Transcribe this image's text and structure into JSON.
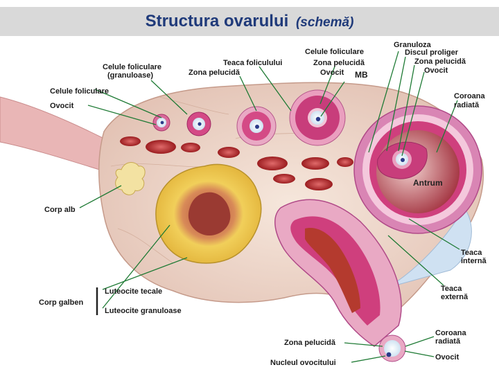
{
  "title": {
    "main": "Structura ovarului",
    "sub": "(schemă)"
  },
  "labels": {
    "celule_foliculare_granuloase_1": "Celule foliculare",
    "celule_foliculare_granuloase_2": "(granuloase)",
    "teaca_foliculului": "Teaca foliculului",
    "zona_pelucida_top": "Zona pelucidă",
    "celule_foliculare_top": "Celule foliculare",
    "zona_pelucida_top2": "Zona pelucidă",
    "ovocit_top": "Ovocit",
    "mb": "MB",
    "granuloza": "Granuloza",
    "discul_proliger": "Discul proliger",
    "zona_pelucida_right": "Zona pelucidă",
    "ovocit_right": "Ovocit",
    "coroana_radiata_1": "Coroana",
    "coroana_radiata_2": "radiată",
    "celule_foliculare_left": "Celule foliculare",
    "ovocit_left": "Ovocit",
    "antrum": "Antrum",
    "corp_alb": "Corp alb",
    "teaca_interna_1": "Teaca",
    "teaca_interna_2": "internă",
    "teaca_externa_1": "Teaca",
    "teaca_externa_2": "externă",
    "luteocite_tecale": "Luteocite tecale",
    "corp_galben": "Corp galben",
    "luteocite_granuloase": "Luteocite granuloase",
    "coroana_radiata_bottom_1": "Coroana",
    "coroana_radiata_bottom_2": "radiată",
    "zona_pelucida_bottom": "Zona pelucidă",
    "ovocit_bottom": "Ovocit",
    "nucleul_ovocitului": "Nucleul ovocitului"
  },
  "colors": {
    "title_text": "#1f3a7a",
    "title_bar": "#d9d9d9",
    "leader_lines": "#1e7a34",
    "stroma": "#ecd6c8",
    "follicle_pink": "#d44a86",
    "corpus_luteum": "#e8c14a"
  }
}
